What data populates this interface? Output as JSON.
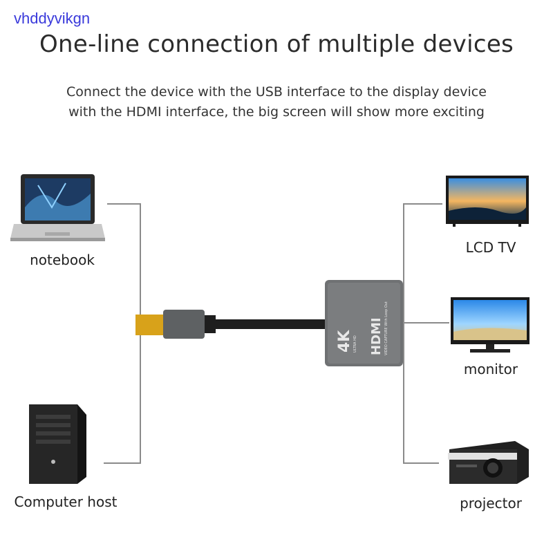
{
  "watermark": "vhddyvikgn",
  "title": "One-line connection of multiple devices",
  "subtitle_line1": "Connect the device with the USB interface to the display device",
  "subtitle_line2": "with the HDMI interface, the big screen will show more exciting",
  "devices": {
    "notebook": "notebook",
    "computer_host": "Computer host",
    "lcd_tv": "LCD TV",
    "monitor": "monitor",
    "projector": "projector"
  },
  "adapter": {
    "badge": "4K",
    "badge_sub": "ULTRA HD",
    "brand": "HDMI",
    "brand_sub": "VIDEO CAPTURE With Loop Out"
  },
  "colors": {
    "line": "#8a8a8a",
    "adapter_body": "#6f7173",
    "cable": "#1e1e1e",
    "usb_gold": "#d8a21a"
  }
}
